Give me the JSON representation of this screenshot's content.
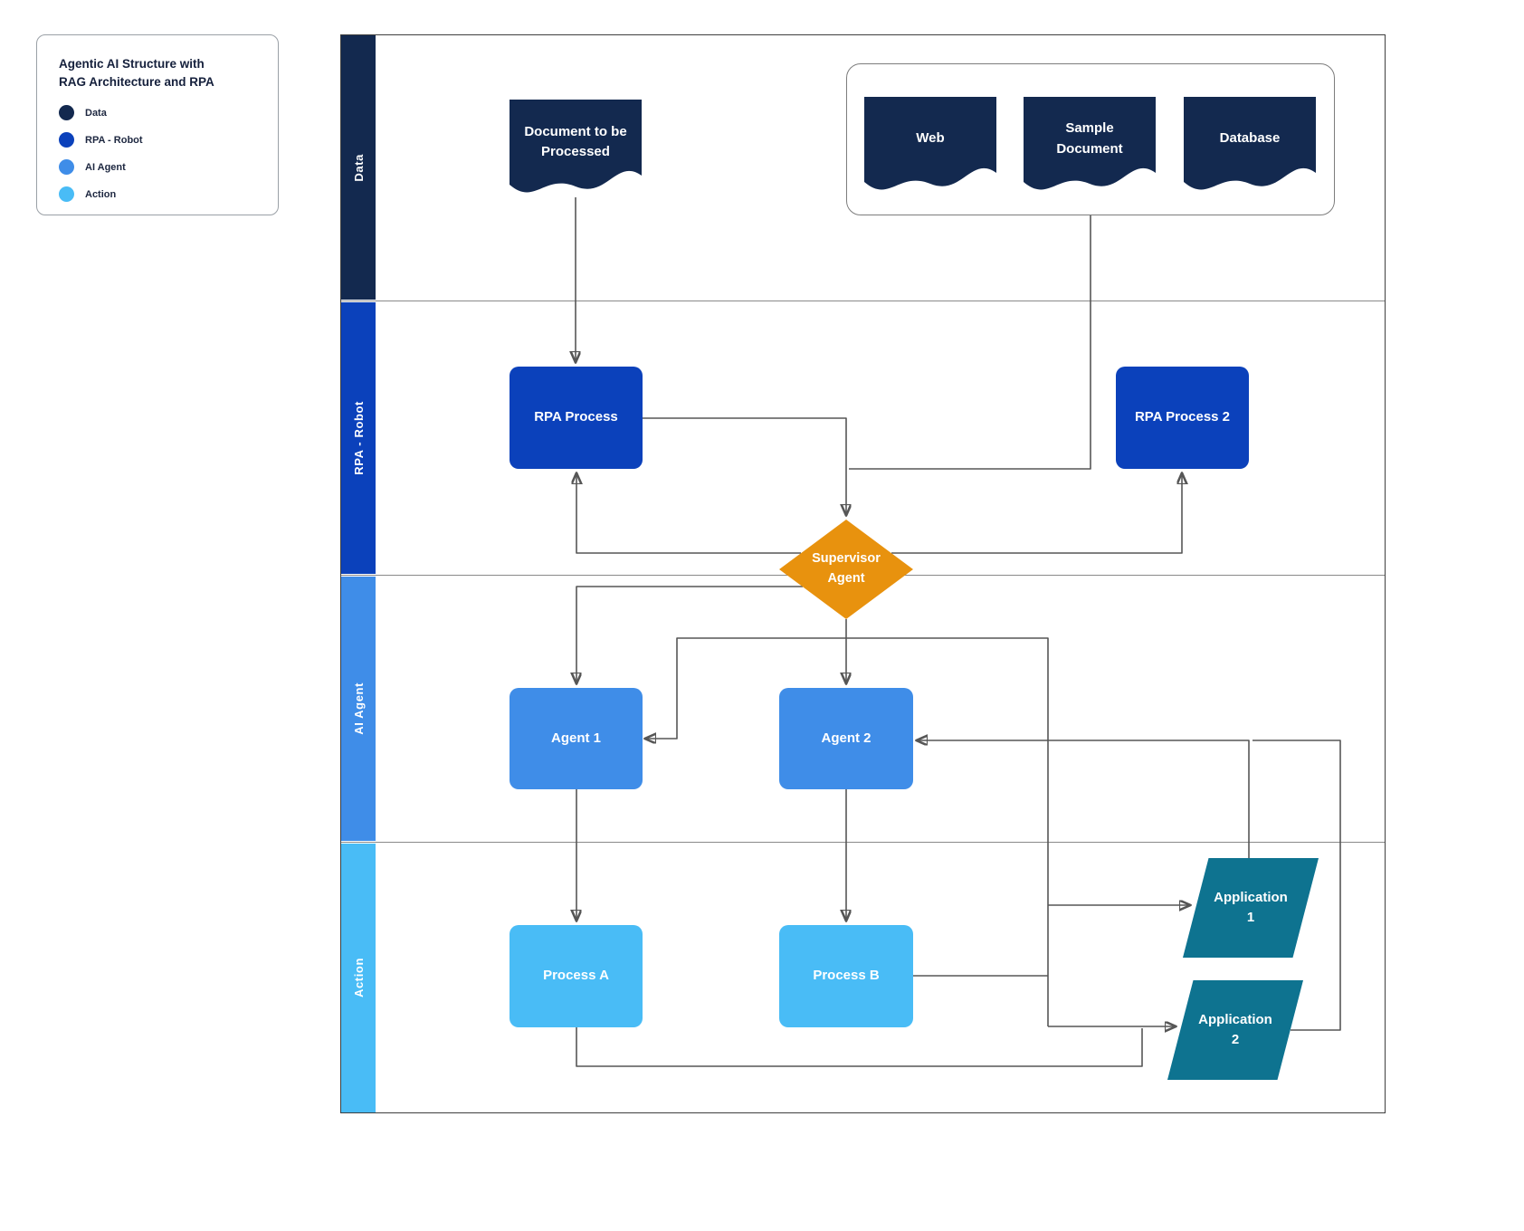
{
  "legend": {
    "title_line1": "Agentic AI Structure with",
    "title_line2": "RAG Architecture and RPA",
    "items": [
      {
        "label": "Data",
        "color": "#13294f"
      },
      {
        "label": "RPA - Robot",
        "color": "#0b41bb"
      },
      {
        "label": "AI Agent",
        "color": "#3f8de8"
      },
      {
        "label": "Action",
        "color": "#49bcf6"
      }
    ]
  },
  "lanes": [
    {
      "label": "Data",
      "color": "#13294f"
    },
    {
      "label": "RPA - Robot",
      "color": "#0b41bb"
    },
    {
      "label": "AI Agent",
      "color": "#3f8de8"
    },
    {
      "label": "Action",
      "color": "#49bcf6"
    }
  ],
  "nodes": {
    "document_to_be_processed": {
      "label": "Document to be Processed",
      "color": "#13294f"
    },
    "web": {
      "label": "Web",
      "color": "#13294f"
    },
    "sample_document": {
      "label": "Sample Document",
      "color": "#13294f"
    },
    "database": {
      "label": "Database",
      "color": "#13294f"
    },
    "rpa_process": {
      "label": "RPA Process",
      "color": "#0b41bb"
    },
    "rpa_process_2": {
      "label": "RPA Process 2",
      "color": "#0b41bb"
    },
    "supervisor_agent": {
      "label": "Supervisor Agent",
      "color": "#e8920e"
    },
    "agent_1": {
      "label": "Agent 1",
      "color": "#3f8de8"
    },
    "agent_2": {
      "label": "Agent 2",
      "color": "#3f8de8"
    },
    "process_a": {
      "label": "Process A",
      "color": "#49bcf6"
    },
    "process_b": {
      "label": "Process B",
      "color": "#49bcf6"
    },
    "application_1": {
      "label": "Application 1",
      "color": "#0e7390"
    },
    "application_2": {
      "label": "Application 2",
      "color": "#0e7390"
    }
  }
}
